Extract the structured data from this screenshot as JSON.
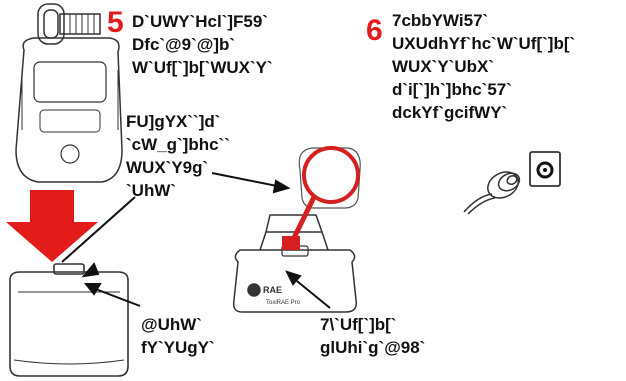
{
  "step5": {
    "number": "5",
    "lines": [
      "D`UWY`Hcl`]F59`",
      "Dfc`@9`@]b`",
      "W`Uf[`]b[`WUX`Y`"
    ]
  },
  "step6": {
    "number": "6",
    "lines": [
      "7cbbYWi57`",
      "UXUdhYf`hc`W`Uf[`]b[`",
      "WUX`Y`UbX`",
      "d`i[`]h`]bhc`57`",
      "dckYf`gcifWY`"
    ]
  },
  "callout_left": {
    "lines": [
      "FU]gYX``]d`",
      "`cW_g`]bhc``",
      "WUX`Y9g`",
      "`UhW`"
    ]
  },
  "callout_case": {
    "lines": [
      "@UhW`",
      "fY`YUgY`"
    ]
  },
  "callout_charger": {
    "lines": [
      "7\\`Uf[`]b[`",
      "glUhi`g`@98`"
    ]
  },
  "charger_labels": {
    "brand": "RAE",
    "model": "ToxiRAE Pro"
  },
  "colors": {
    "step_number": "#e31b1b",
    "arrow": "#e31b1b",
    "magnifier": "#d42020"
  },
  "icons": [
    "gas-monitor-icon",
    "down-arrow-icon",
    "case-icon",
    "charger-cradle-icon",
    "magnifier-icon",
    "power-plug-icon",
    "power-socket-icon"
  ]
}
